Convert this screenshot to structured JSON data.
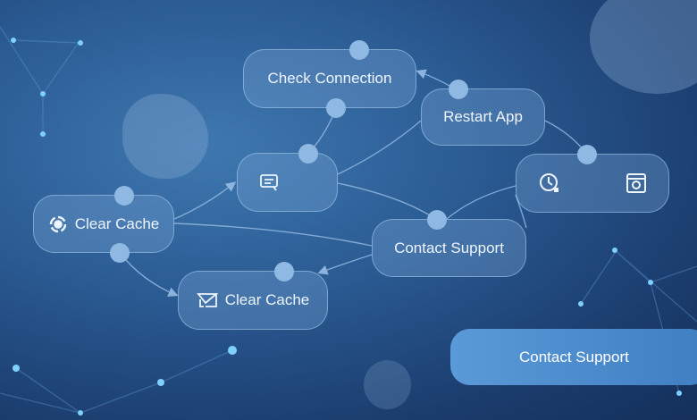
{
  "nodes": {
    "check_connection": "Check Connection",
    "restart_app": "Restart App",
    "clear_cache_1": "Clear Cache",
    "clear_cache_2": "Clear Cache",
    "contact_support": "Contact Support"
  },
  "cta_label": "Contact Support",
  "icons": [
    "target-icon",
    "message-icon",
    "send-icon",
    "clock-icon",
    "camera-icon"
  ],
  "colors": {
    "accent": "#4a8fd0",
    "node_dot": "#8fb8e2"
  }
}
